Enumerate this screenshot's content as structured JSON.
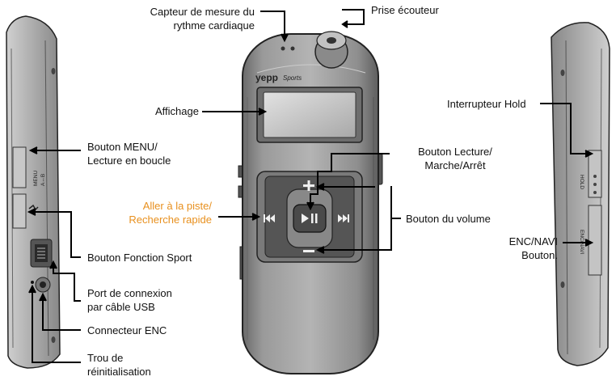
{
  "labels": {
    "heart_sensor": [
      "Capteur de mesure du",
      "rythme cardiaque"
    ],
    "headphone_jack": "Prise écouteur",
    "display": "Affichage",
    "menu_button": [
      "Bouton MENU/",
      "Lecture en boucle"
    ],
    "play_button": [
      "Bouton Lecture/",
      "Marche/Arrêt"
    ],
    "track_search": [
      "Aller à la piste/",
      "Recherche rapide"
    ],
    "volume_button": "Bouton du volume",
    "sport_button": "Bouton Fonction Sport",
    "usb_port": [
      "Port de connexion",
      "par câble USB"
    ],
    "enc_connector": "Connecteur ENC",
    "reset_hole": [
      "Trou de",
      "réinitialisation"
    ],
    "hold_switch": "Interrupteur Hold",
    "enc_navi": [
      "ENC/NAVI",
      "Bouton."
    ]
  },
  "device": {
    "logo": "yepp",
    "logo_sub": "Sports",
    "side_left_text": "MENU",
    "side_left_ab": "A↔B",
    "side_right_hold": "HOLD",
    "side_right_enc": "ENC/NAVI"
  },
  "colors": {
    "highlight": "#e8901e",
    "device_body": "#8a8a8a"
  }
}
